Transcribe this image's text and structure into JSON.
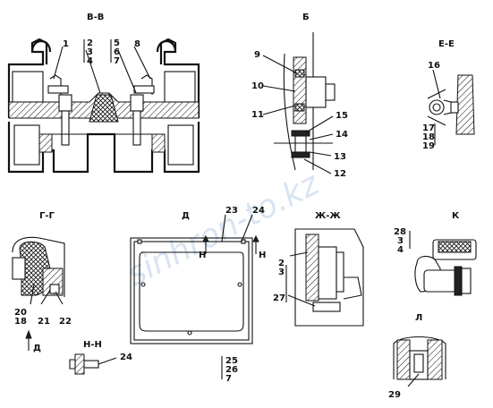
{
  "watermark": "sinhron-to.kz",
  "views": {
    "vv": "В-В",
    "b": "Б",
    "ee": "Е-Е",
    "gg": "Г-Г",
    "d": "Д",
    "zhzh": "Ж-Ж",
    "k": "К",
    "l": "Л",
    "nn": "Н-Н"
  },
  "labels": {
    "n1": "1",
    "n234": [
      "2",
      "3",
      "4"
    ],
    "n567": [
      "5",
      "6",
      "7"
    ],
    "n8": "8",
    "n9": "9",
    "n10": "10",
    "n11": "11",
    "n12": "12",
    "n13": "13",
    "n14": "14",
    "n15": "15",
    "n16": "16",
    "n171819": [
      "17",
      "18",
      "19"
    ],
    "n2018": [
      "20",
      "18"
    ],
    "n21": "21",
    "n22": "22",
    "n23": "23",
    "n24a": "24",
    "n24b": "24",
    "n252627": [
      "25",
      "26",
      "7"
    ],
    "n2327": [
      "2",
      "3",
      "27"
    ],
    "n2834": [
      "28",
      "3",
      "4"
    ],
    "n29": "29",
    "h1": "Н",
    "h2": "Н",
    "arrowD": "Д"
  }
}
